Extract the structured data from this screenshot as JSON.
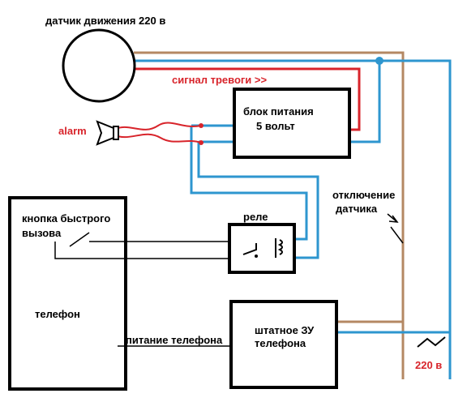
{
  "labels": {
    "motion_sensor": "датчик движения 220 в",
    "alarm_signal": "сигнал тревоги >>",
    "power_block_line1": "блок питания",
    "power_block_line2": "5 вольт",
    "alarm": "alarm",
    "sensor_off_line1": "отключение",
    "sensor_off_line2": "датчика",
    "quick_button_line1": "кнопка быстрого",
    "quick_button_line2": "вызова",
    "relay": "реле",
    "phone": "телефон",
    "phone_power": "питание телефона",
    "charger_line1": "штатное ЗУ",
    "charger_line2": "телефона",
    "mains": "220 в"
  },
  "colors": {
    "blue_wire": "#2e96cf",
    "brown_wire": "#b48863",
    "red_wire": "#d8242b",
    "outline": "#000000"
  }
}
